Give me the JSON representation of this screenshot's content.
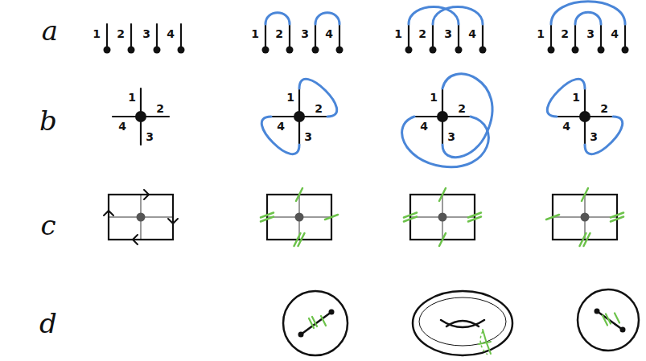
{
  "diagram": {
    "labels": [
      "a",
      "1",
      "2",
      "3",
      "4",
      "1",
      "2",
      "3",
      "4",
      "1",
      "2",
      "3",
      "4",
      "1",
      "2",
      "3",
      "4",
      "b",
      "1",
      "2",
      "4",
      "3",
      "1",
      "2",
      "4",
      "3",
      "1",
      "2",
      "4",
      "3",
      "1",
      "2",
      "4",
      "3",
      "c",
      "d"
    ]
  }
}
